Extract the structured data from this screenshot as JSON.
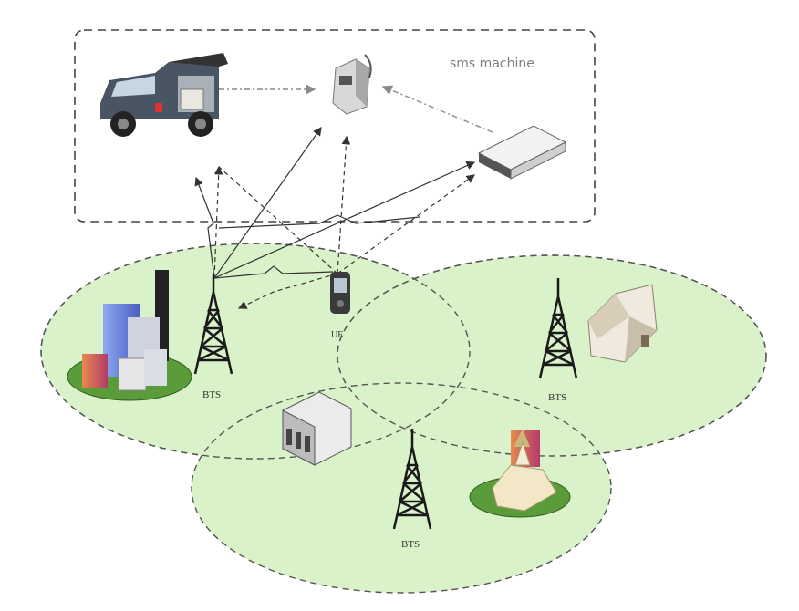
{
  "labels": {
    "sms_machine": "sms machine",
    "bts_left": "BTS",
    "bts_right": "BTS",
    "bts_bottom": "BTS",
    "ue": "UE"
  },
  "colors": {
    "cell_fill": "#d9f2c9",
    "dashed_line": "#555555",
    "tower": "#1a1a1a",
    "base_green": "#5b9c3a"
  },
  "icons": [
    "suv-car-icon",
    "sms-machine-device-icon",
    "modem-box-icon",
    "mobile-phone-icon",
    "city-buildings-icon",
    "house-icon",
    "building-block-icon",
    "church-icon",
    "bts-tower-icon"
  ]
}
